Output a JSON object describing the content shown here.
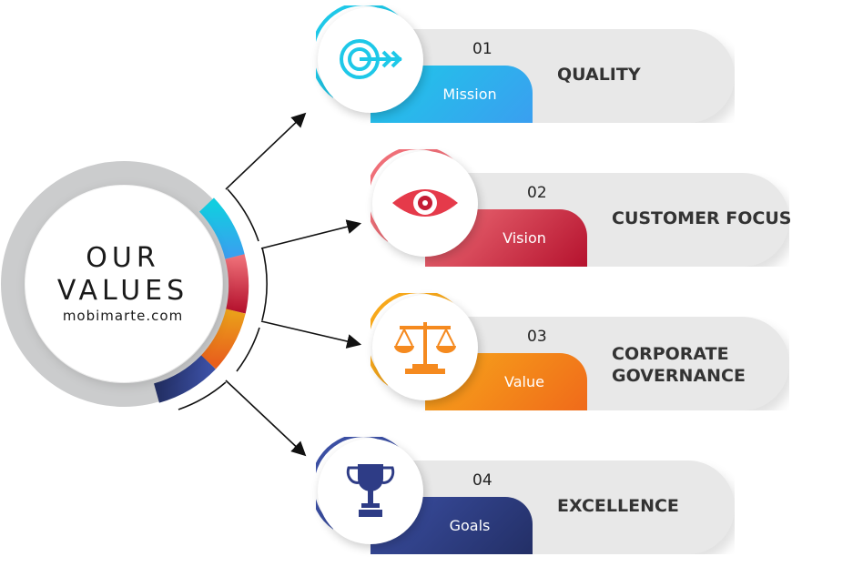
{
  "hub": {
    "line1": "OUR",
    "line2": "VALUES",
    "site": "mobimarte.com"
  },
  "cards": [
    {
      "number": "01",
      "tab": "Mission",
      "title": "QUALITY",
      "icon": "target-arrow-icon",
      "color1": "#1ec8e8",
      "color2": "#3a9ff0"
    },
    {
      "number": "02",
      "tab": "Vision",
      "title": "CUSTOMER FOCUS",
      "icon": "eye-icon",
      "color1": "#ef6f78",
      "color2": "#b5122e"
    },
    {
      "number": "03",
      "tab": "Value",
      "title_line1": "CORPORATE",
      "title_line2": "GOVERNANCE",
      "icon": "scales-icon",
      "color1": "#f7a81b",
      "color2": "#f06a1a"
    },
    {
      "number": "04",
      "tab": "Goals",
      "title": "EXCELLENCE",
      "icon": "trophy-icon",
      "color1": "#3b4fa3",
      "color2": "#232f66"
    }
  ]
}
